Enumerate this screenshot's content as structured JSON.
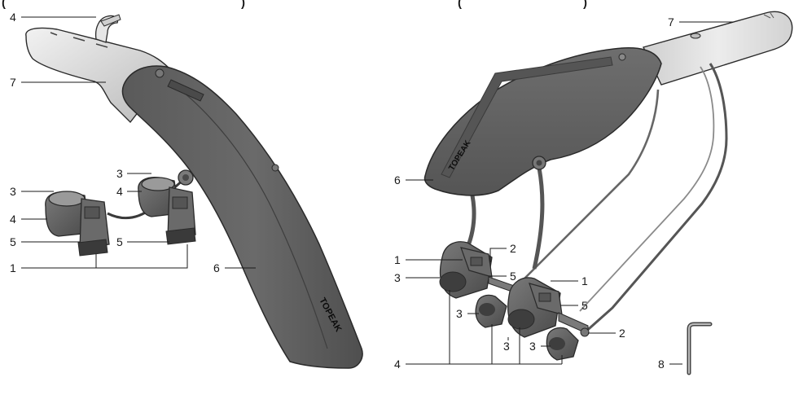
{
  "header": {
    "left_fragment": "(",
    "left_fragment_end": ")",
    "right_fragment": "(",
    "right_fragment_end": ")"
  },
  "brand": {
    "logo_text": "TOPEAK"
  },
  "callouts": {
    "left": {
      "c4_top": "4",
      "c7": "7",
      "c3_a": "3",
      "c4_a": "4",
      "c5_a": "5",
      "c3_b": "3",
      "c4_b": "4",
      "c5_b": "5",
      "c1": "1",
      "c6": "6"
    },
    "right": {
      "c7": "7",
      "c6": "6",
      "c1_a": "1",
      "c2_a": "2",
      "c3_a": "3",
      "c5_a": "5",
      "c1_b": "1",
      "c3_b": "3",
      "c5_b": "5",
      "c2_b": "2",
      "c3_c": "3",
      "c3_d": "3",
      "c4": "4",
      "c8": "8"
    }
  },
  "colors": {
    "fender_dark": "#5b5b5b",
    "fender_mid": "#6e6e6e",
    "fender_light": "#8a8a8a",
    "bracket_silver": "#dcdcdc",
    "outline": "#2a2a2a",
    "text": "#1a1a1a"
  }
}
